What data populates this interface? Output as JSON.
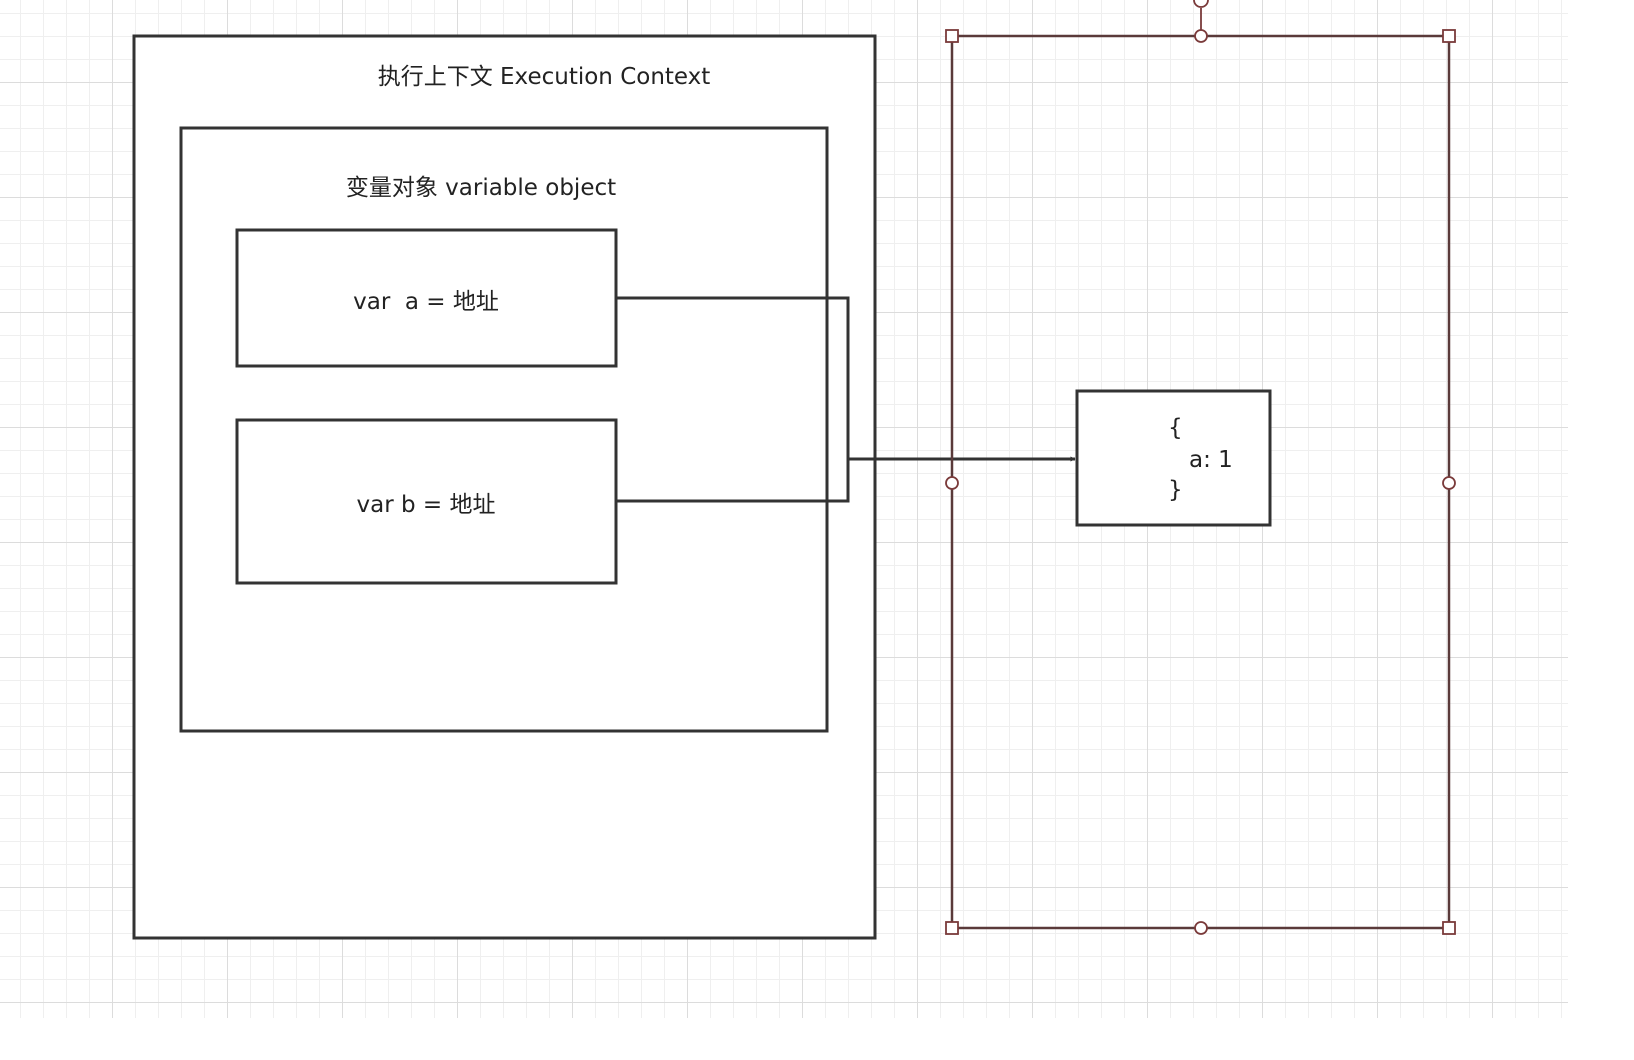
{
  "diagram": {
    "execution_context": {
      "label": "执行上下文 Execution Context"
    },
    "variable_object": {
      "label": "变量对象 variable object"
    },
    "var_a": {
      "label": "var  a = 地址"
    },
    "var_b": {
      "label": "var b = 地址"
    },
    "heap_object": {
      "line1": "{",
      "line2": "a: 1",
      "line3": "}"
    }
  },
  "colors": {
    "stroke": "#333333",
    "selection": "#7a3a3a",
    "grid": "#dcdcdc"
  }
}
